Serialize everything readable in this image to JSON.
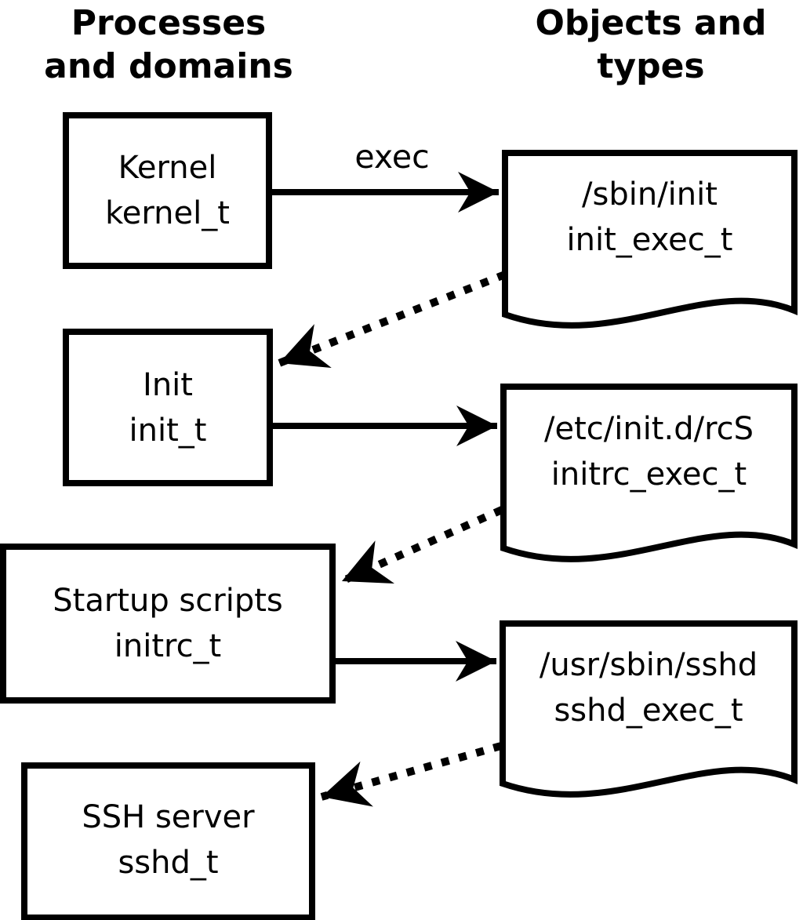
{
  "diagram": {
    "headers": {
      "left": {
        "line1": "Processes",
        "line2": "and domains"
      },
      "right": {
        "line1": "Objects and",
        "line2": "types"
      }
    },
    "edge_labels": {
      "exec": "exec"
    },
    "processes": [
      {
        "name": "Kernel",
        "type": "kernel_t"
      },
      {
        "name": "Init",
        "type": "init_t"
      },
      {
        "name": "Startup scripts",
        "type": "initrc_t"
      },
      {
        "name": "SSH server",
        "type": "sshd_t"
      }
    ],
    "objects": [
      {
        "path": "/sbin/init",
        "type": "init_exec_t"
      },
      {
        "path": "/etc/init.d/rcS",
        "type": "initrc_exec_t"
      },
      {
        "path": "/usr/sbin/sshd",
        "type": "sshd_exec_t"
      }
    ],
    "colors": {
      "foreground": "#000000",
      "background": "#ffffff"
    }
  }
}
